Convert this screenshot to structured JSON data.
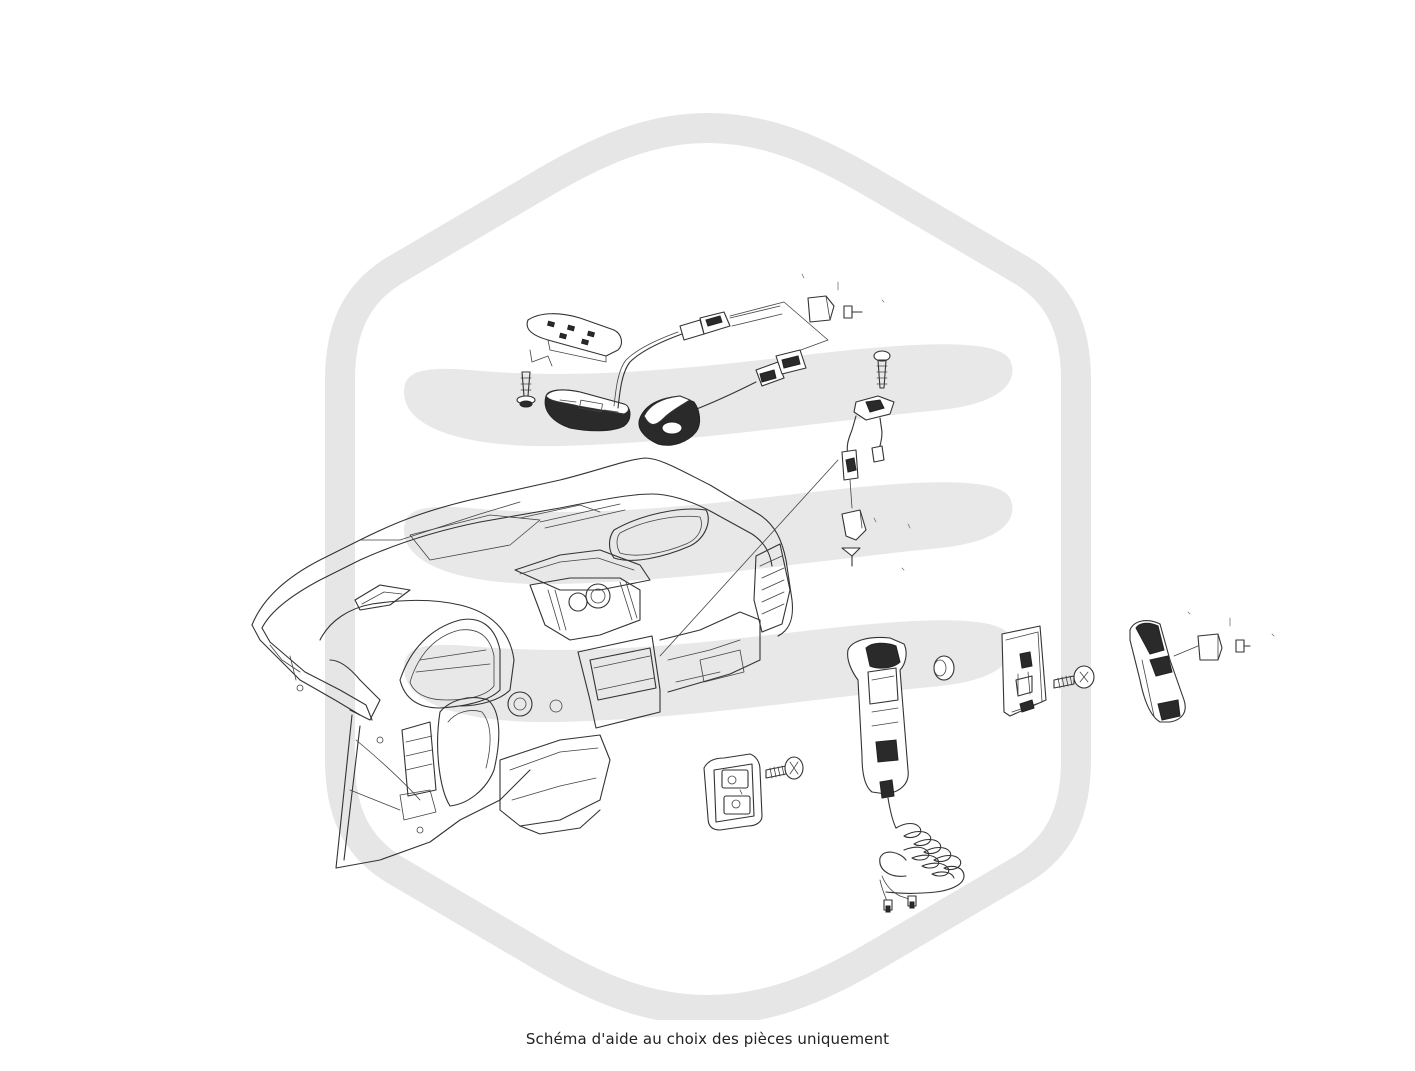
{
  "caption": "Schéma d'aide au choix des pièces uniquement",
  "watermark": {
    "shape": "hexagon-logo",
    "color": "#e6e6e6"
  },
  "diagram": {
    "subject": "dashboard-with-telephone-accessory-parts",
    "line_color": "#333333"
  }
}
